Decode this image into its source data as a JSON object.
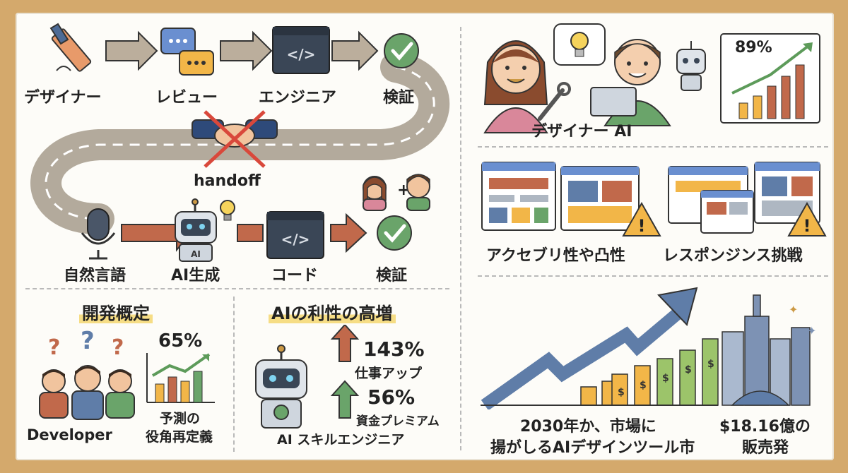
{
  "workflow": {
    "top_steps": [
      "デザイナー",
      "レビュー",
      "エンジニア",
      "検証"
    ],
    "handoff_label": "handoff",
    "bottom_steps": [
      "自然言語",
      "AI生成",
      "コード",
      "検証"
    ],
    "robot_badge": "AI"
  },
  "dev_section": {
    "title": "開発概定",
    "percent": "65%",
    "caption_line1": "予測の",
    "caption_line2": "役角再定義",
    "people_label": "Developer"
  },
  "ai_section": {
    "title": "AIの利性の高増",
    "stat1_value": "143%",
    "stat1_label": "仕事アップ",
    "stat2_value": "56%",
    "stat2_label": "資金プレミアム",
    "footer": "AI スキルエンジニア"
  },
  "designer_ai": {
    "label": "デザイナー AI",
    "percent": "89%"
  },
  "challenges": {
    "accessibility": "アクセブリ性や凸性",
    "responsive": "レスポンジンス挑戦"
  },
  "market": {
    "line1": "2030年か、市場に",
    "line2": "揚がしるAIデザインツール市",
    "value_line1": "$18.16億の",
    "value_line2": "販売発"
  },
  "colors": {
    "arrow_gray": "#b8ab99",
    "arrow_orange": "#c1694b",
    "road": "#bcb3a6",
    "check_green": "#5d9b5a",
    "code_dark": "#3a4656",
    "accent_blue": "#5f7da8",
    "highlight": "#f6dd85"
  }
}
